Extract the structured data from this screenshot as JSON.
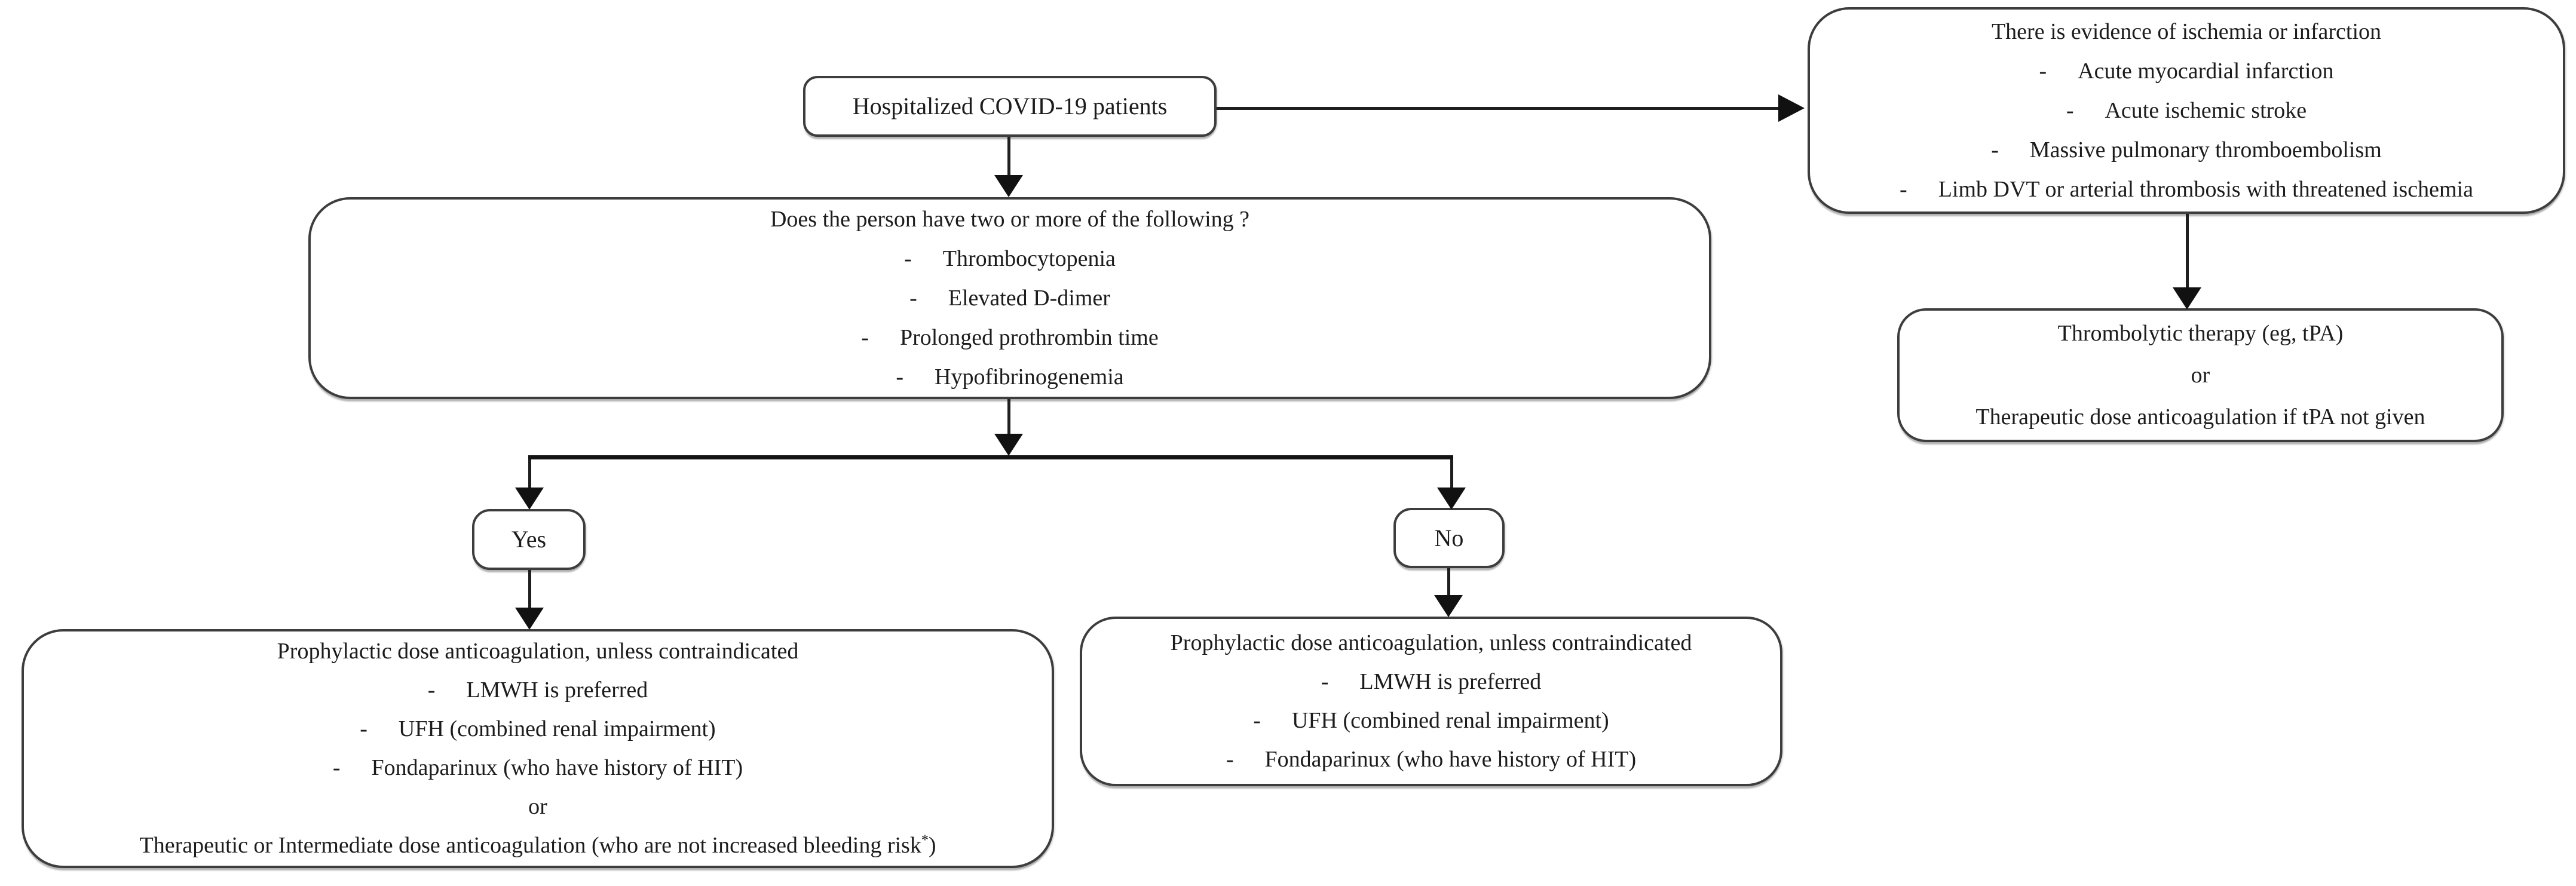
{
  "palette": {
    "background": "#ffffff",
    "box_border": "#3d3d3d",
    "text": "#1c1c1c",
    "arrow": "#111111"
  },
  "bullet": "-",
  "nodes": {
    "start": {
      "label": "Hospitalized COVID-19 patients"
    },
    "question": {
      "title": "Does the person have two or more of the following ?",
      "items": [
        "Thrombocytopenia",
        "Elevated D-dimer",
        "Prolonged prothrombin time",
        "Hypofibrinogenemia"
      ]
    },
    "evidence": {
      "title": "There is evidence of ischemia or infarction",
      "items": [
        "Acute myocardial infarction",
        "Acute ischemic stroke",
        "Massive pulmonary thromboembolism",
        "Limb DVT or arterial thrombosis with threatened ischemia"
      ]
    },
    "thrombolytic": {
      "line1": "Thrombolytic therapy (eg, tPA)",
      "line2": "or",
      "line3": "Therapeutic dose anticoagulation if tPA not given"
    },
    "yes": {
      "label": "Yes"
    },
    "no": {
      "label": "No"
    },
    "yes_outcome": {
      "title": "Prophylactic dose anticoagulation, unless contraindicated",
      "items": [
        "LMWH is preferred",
        "UFH (combined renal impairment)",
        "Fondaparinux (who have history of HIT)"
      ],
      "or_label": "or",
      "final_text": "Therapeutic or Intermediate dose anticoagulation (who are not increased bleeding risk",
      "final_sup": "*",
      "final_close": ")"
    },
    "no_outcome": {
      "title": "Prophylactic dose anticoagulation, unless contraindicated",
      "items": [
        "LMWH is preferred",
        "UFH (combined renal impairment)",
        "Fondaparinux (who have history of HIT)"
      ]
    }
  }
}
